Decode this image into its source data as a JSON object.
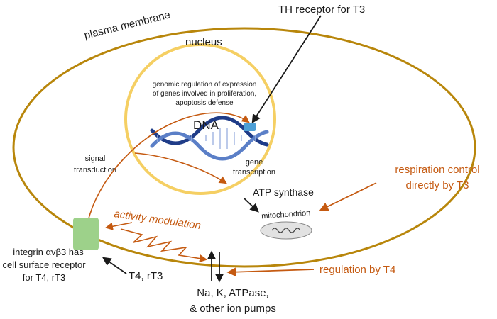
{
  "labels": {
    "plasma_membrane": "plasma membrane",
    "nucleus": "nucleus",
    "th_receptor": "TH receptor for T3",
    "genomic_line1": "genomic regulation of expression",
    "genomic_line2": "of genes involved in proliferation,",
    "genomic_line3": "apoptosis defense",
    "dna": "DNA",
    "signal_line1": "signal",
    "signal_line2": "transduction",
    "gene_line1": "gene",
    "gene_line2": "transcription",
    "atp_synthase": "ATP synthase",
    "mitochondrion": "mitochondrion",
    "respiration_line1": "respiration control",
    "respiration_line2": "directly by T3",
    "activity_modulation": "activity modulation",
    "integrin_line1": "integrin αvβ3 has",
    "integrin_line2": "cell surface receptor",
    "integrin_line3": "for T4, rT3",
    "t4_rt3": "T4, rT3",
    "regulation_t4": "regulation by T4",
    "pumps_line1": "Na, K, ATPase,",
    "pumps_line2": "& other ion pumps"
  },
  "colors": {
    "membrane": "#b8860b",
    "nucleus_ring": "#f5cf63",
    "annotation": "#c55a11",
    "receptor": "#9dd18a",
    "th_receptor_box": "#4d9fd6",
    "dna": "#1f3c88",
    "mito_fill": "#e2e2e2",
    "text": "#1a1a1a"
  }
}
